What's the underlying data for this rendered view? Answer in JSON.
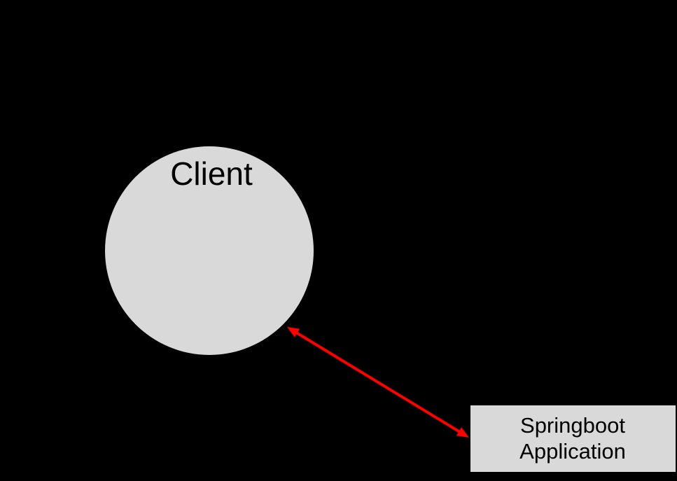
{
  "diagram": {
    "background_color": "#000000",
    "nodes": [
      {
        "id": "client",
        "shape": "circle",
        "label": "Client",
        "fill": "#D9D9D9",
        "text_color": "#000000"
      },
      {
        "id": "springboot",
        "shape": "rectangle",
        "label": "Springboot Application",
        "label_lines": [
          "Springboot",
          "Application"
        ],
        "fill": "#D9D9D9",
        "text_color": "#000000"
      }
    ],
    "connectors": [
      {
        "type": "double-headed-arrow",
        "from": "client",
        "to": "springboot",
        "color": "#FF0000"
      }
    ]
  }
}
